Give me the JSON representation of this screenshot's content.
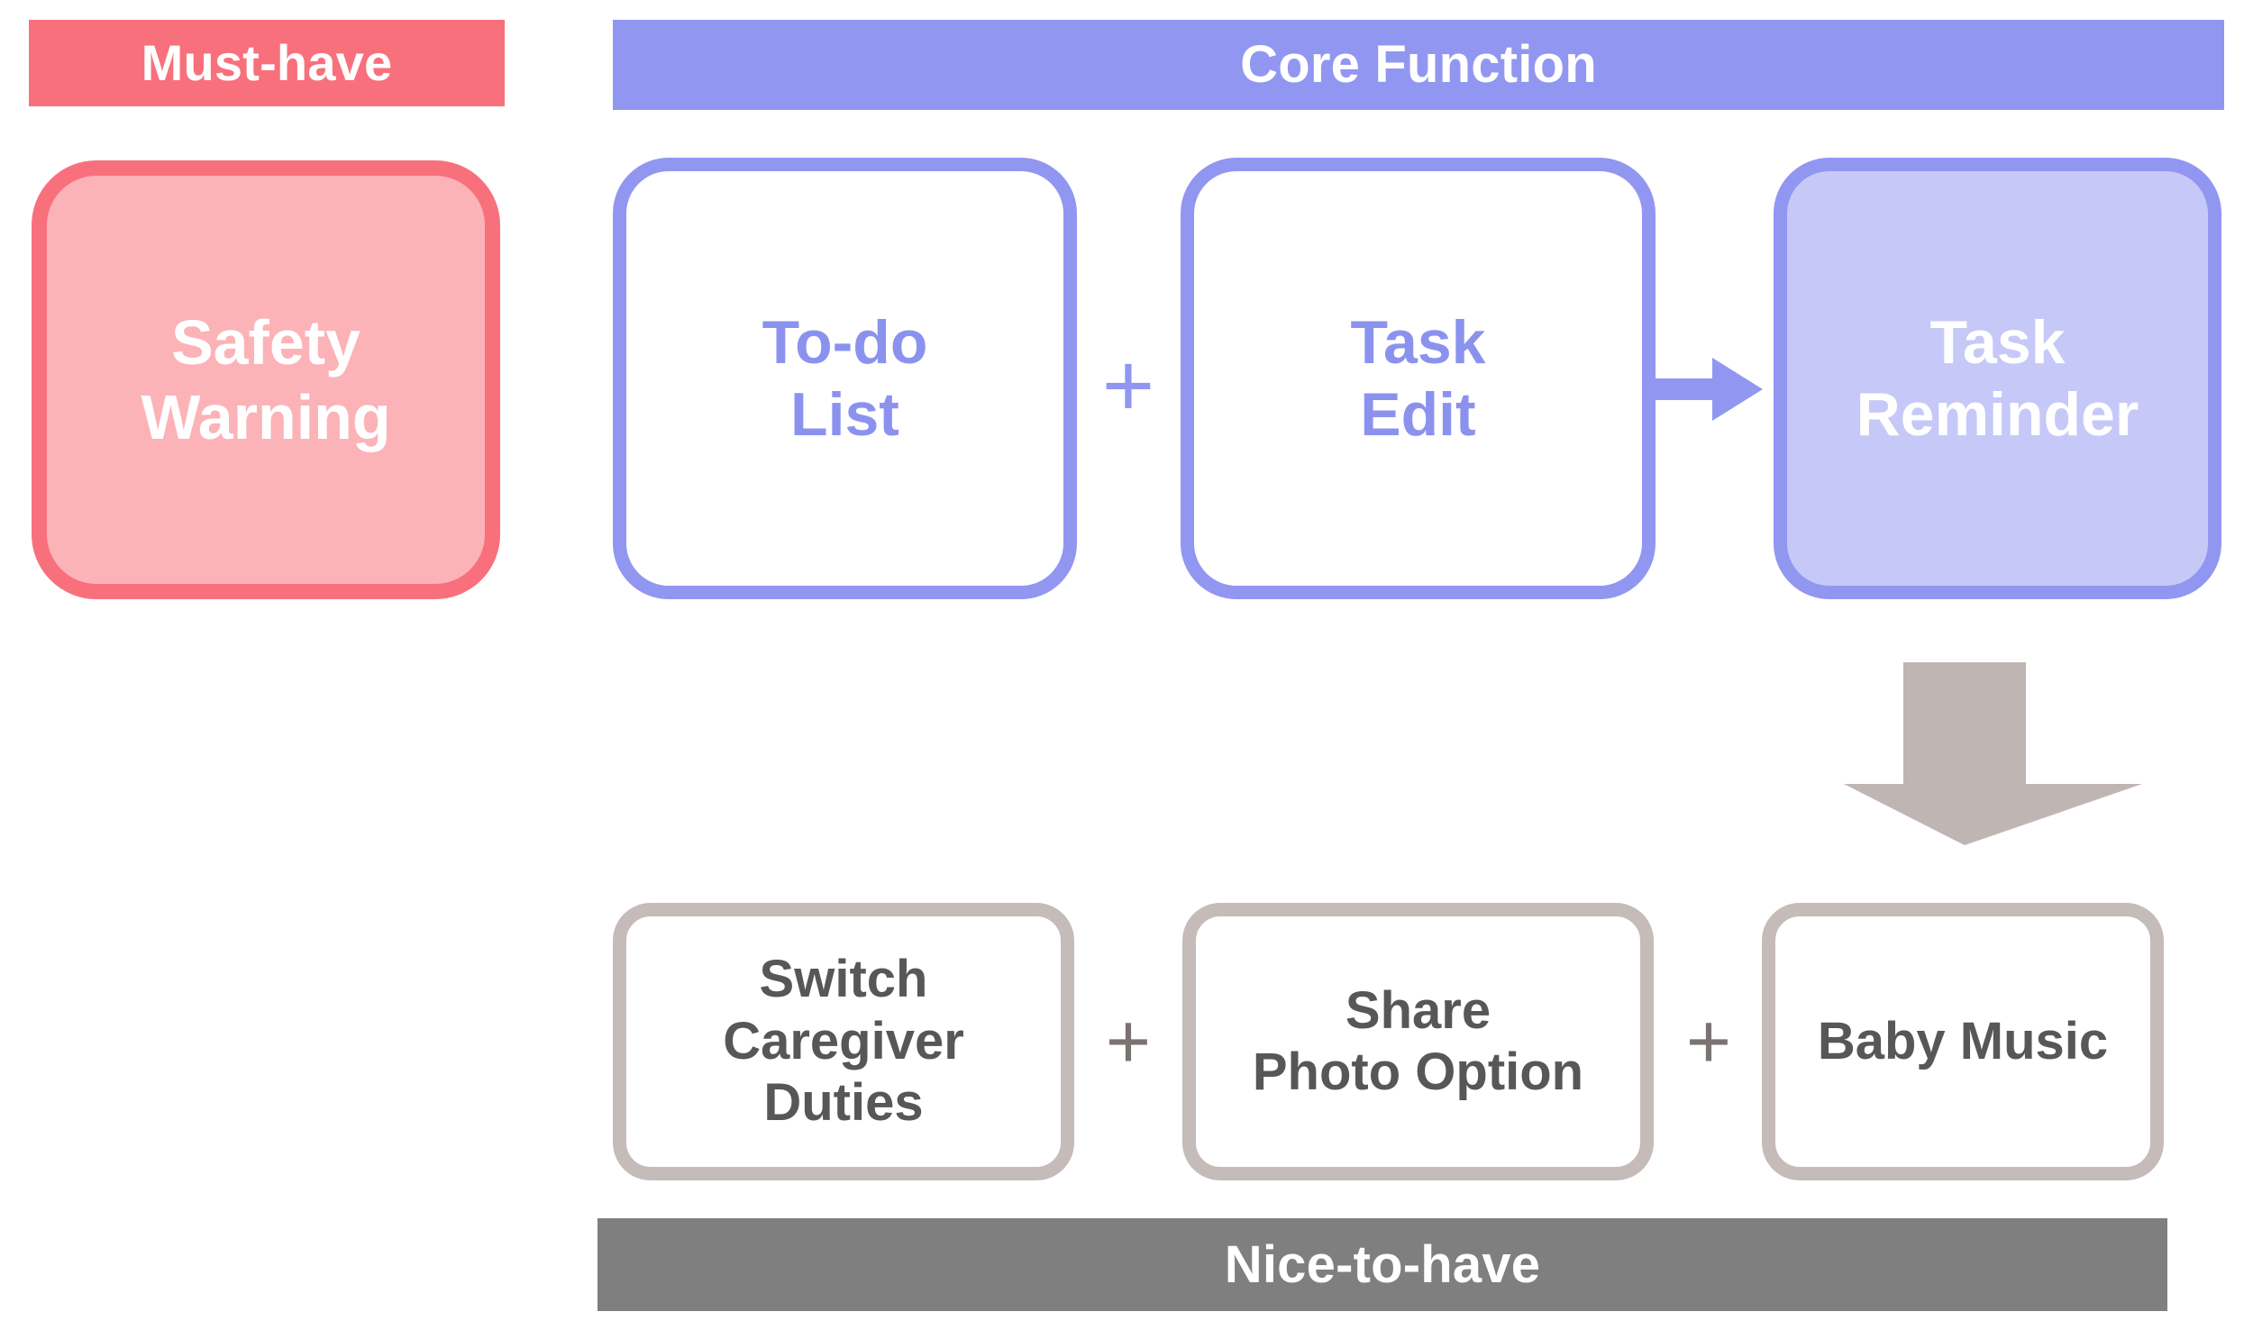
{
  "diagram": {
    "title_absent": true,
    "banners": {
      "must_have": "Must-have",
      "core_function": "Core Function",
      "nice_to_have": "Nice-to-have"
    },
    "nodes": {
      "safety_warning": "Safety\nWarning",
      "todo_list": "To-do\nList",
      "task_edit": "Task\nEdit",
      "task_reminder": "Task\nReminder",
      "switch_caregiver_duties": "Switch\nCaregiver\nDuties",
      "share_photo_option": "Share\nPhoto Option",
      "baby_music": "Baby Music"
    },
    "connectors": {
      "plus_core_1": "+",
      "plus_nice_1": "+",
      "plus_nice_2": "+"
    },
    "colors": {
      "must_have_banner": "#F8707C",
      "must_have_fill": "#FBB3B8",
      "core_function_banner": "#9197F0",
      "core_function_border": "#9197F0",
      "core_function_text": "#8B92EE",
      "task_reminder_fill": "#C6C9F7",
      "nice_to_have_banner": "#7F7F7F",
      "nice_to_have_border": "#C5BBB9",
      "nice_to_have_text": "#575757",
      "down_arrow": "#BFB6B4",
      "right_arrow": "#9197F0",
      "white_text": "#FFFFFF"
    }
  }
}
